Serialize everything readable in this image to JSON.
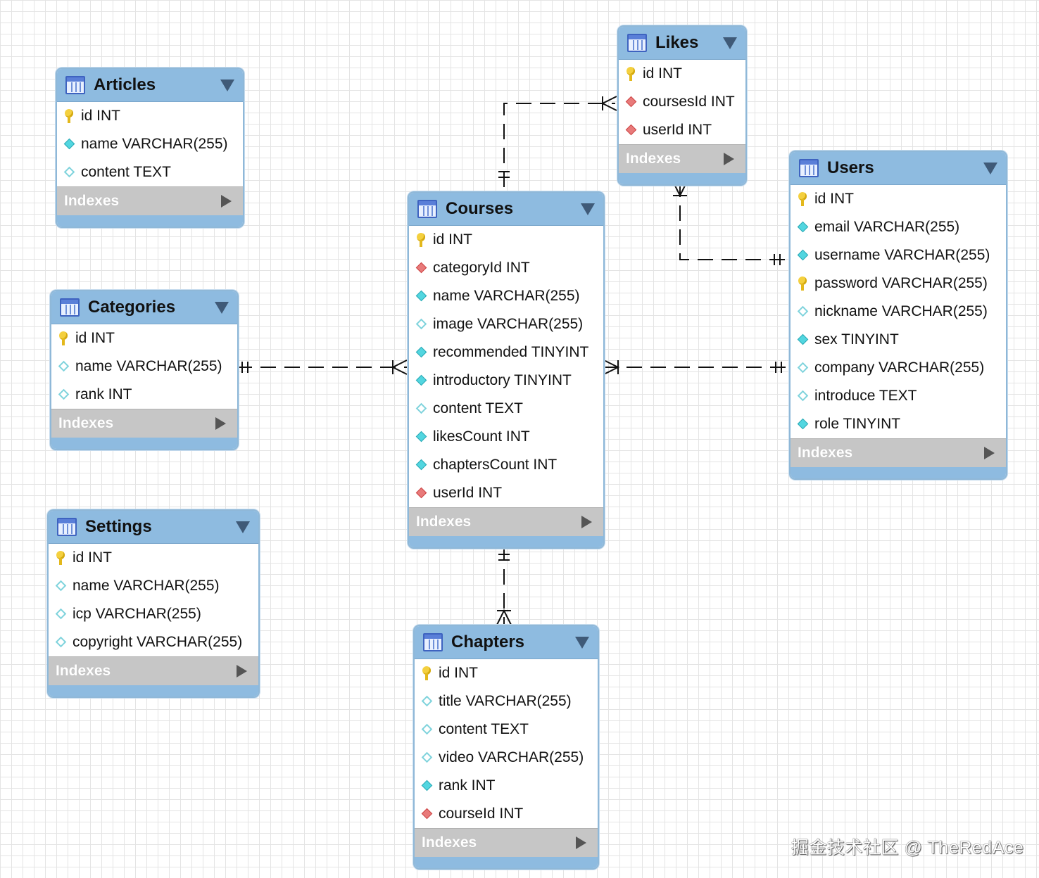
{
  "tables": [
    {
      "key": "articles",
      "name": "Articles",
      "indexes_label": "Indexes",
      "columns": [
        {
          "label": "id INT",
          "icon": "primary-key-icon"
        },
        {
          "label": "name VARCHAR(255)",
          "icon": "column-not-null-icon"
        },
        {
          "label": "content TEXT",
          "icon": "column-nullable-icon"
        }
      ]
    },
    {
      "key": "categories",
      "name": "Categories",
      "indexes_label": "Indexes",
      "columns": [
        {
          "label": "id INT",
          "icon": "primary-key-icon"
        },
        {
          "label": "name VARCHAR(255)",
          "icon": "column-nullable-icon"
        },
        {
          "label": "rank INT",
          "icon": "column-nullable-icon"
        }
      ]
    },
    {
      "key": "settings",
      "name": "Settings",
      "indexes_label": "Indexes",
      "columns": [
        {
          "label": "id INT",
          "icon": "primary-key-icon"
        },
        {
          "label": "name VARCHAR(255)",
          "icon": "column-nullable-icon"
        },
        {
          "label": "icp VARCHAR(255)",
          "icon": "column-nullable-icon"
        },
        {
          "label": "copyright VARCHAR(255)",
          "icon": "column-nullable-icon"
        }
      ]
    },
    {
      "key": "likes",
      "name": "Likes",
      "indexes_label": "Indexes",
      "columns": [
        {
          "label": "id INT",
          "icon": "primary-key-icon"
        },
        {
          "label": "coursesId INT",
          "icon": "foreign-key-icon"
        },
        {
          "label": "userId INT",
          "icon": "foreign-key-icon"
        }
      ]
    },
    {
      "key": "courses",
      "name": "Courses",
      "indexes_label": "Indexes",
      "columns": [
        {
          "label": "id INT",
          "icon": "primary-key-icon"
        },
        {
          "label": "categoryId INT",
          "icon": "foreign-key-icon"
        },
        {
          "label": "name VARCHAR(255)",
          "icon": "column-not-null-icon"
        },
        {
          "label": "image VARCHAR(255)",
          "icon": "column-nullable-icon"
        },
        {
          "label": "recommended TINYINT",
          "icon": "column-not-null-icon"
        },
        {
          "label": "introductory TINYINT",
          "icon": "column-not-null-icon"
        },
        {
          "label": "content TEXT",
          "icon": "column-nullable-icon"
        },
        {
          "label": "likesCount INT",
          "icon": "column-not-null-icon"
        },
        {
          "label": "chaptersCount INT",
          "icon": "column-not-null-icon"
        },
        {
          "label": "userId INT",
          "icon": "foreign-key-icon"
        }
      ]
    },
    {
      "key": "users",
      "name": "Users",
      "indexes_label": "Indexes",
      "columns": [
        {
          "label": "id INT",
          "icon": "primary-key-icon"
        },
        {
          "label": "email VARCHAR(255)",
          "icon": "column-not-null-icon"
        },
        {
          "label": "username VARCHAR(255)",
          "icon": "column-not-null-icon"
        },
        {
          "label": "password VARCHAR(255)",
          "icon": "primary-key-icon"
        },
        {
          "label": "nickname VARCHAR(255)",
          "icon": "column-nullable-icon"
        },
        {
          "label": "sex TINYINT",
          "icon": "column-not-null-icon"
        },
        {
          "label": "company VARCHAR(255)",
          "icon": "column-nullable-icon"
        },
        {
          "label": "introduce TEXT",
          "icon": "column-nullable-icon"
        },
        {
          "label": "role TINYINT",
          "icon": "column-not-null-icon"
        }
      ]
    },
    {
      "key": "chapters",
      "name": "Chapters",
      "indexes_label": "Indexes",
      "columns": [
        {
          "label": "id INT",
          "icon": "primary-key-icon"
        },
        {
          "label": "title VARCHAR(255)",
          "icon": "column-nullable-icon"
        },
        {
          "label": "content TEXT",
          "icon": "column-nullable-icon"
        },
        {
          "label": "video VARCHAR(255)",
          "icon": "column-nullable-icon"
        },
        {
          "label": "rank INT",
          "icon": "column-not-null-icon"
        },
        {
          "label": "courseId INT",
          "icon": "foreign-key-icon"
        }
      ]
    }
  ],
  "relationships": [
    {
      "from": "courses",
      "to": "likes",
      "from_cardinality": "one",
      "to_cardinality": "many"
    },
    {
      "from": "users",
      "to": "likes",
      "from_cardinality": "one",
      "to_cardinality": "many"
    },
    {
      "from": "categories",
      "to": "courses",
      "from_cardinality": "one",
      "to_cardinality": "many"
    },
    {
      "from": "users",
      "to": "courses",
      "from_cardinality": "one",
      "to_cardinality": "many"
    },
    {
      "from": "courses",
      "to": "chapters",
      "from_cardinality": "one",
      "to_cardinality": "many"
    }
  ],
  "colors": {
    "header": "#8ebbe0",
    "indexes_bar": "#c6c6c6",
    "line": "#111111"
  },
  "watermark": "掘金技术社区 @ TheRedAce"
}
